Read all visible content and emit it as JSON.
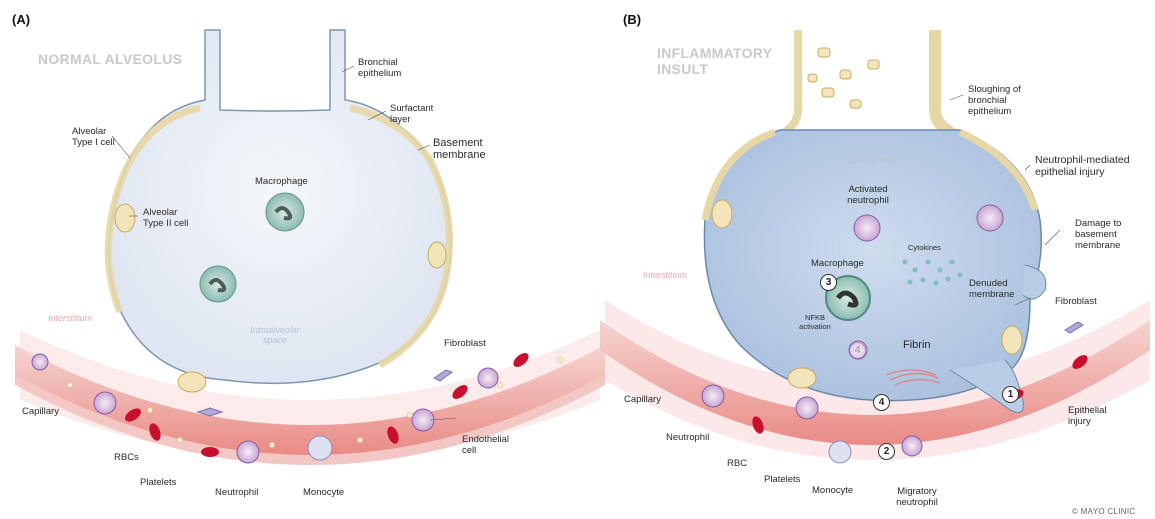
{
  "panel_a": {
    "tag": "(A)",
    "title": "NORMAL ALVEOLUS",
    "labels": {
      "bronchial_epithelium": "Bronchial\nepithelium",
      "surfactant_layer": "Surfactant\nlayer",
      "basement_membrane": "Basement\nmembrane",
      "alveolar_type1": "Alveolar\nType I cell",
      "alveolar_type2": "Alveolar\nType II cell",
      "macrophage": "Macrophage",
      "intraalveolar_space": "Intraalveolar\nspace",
      "interstitium": "Interstitium",
      "fibroblast": "Fibroblast",
      "capillary": "Capillary",
      "rbcs": "RBCs",
      "platelets": "Platelets",
      "neutrophil": "Neutrophil",
      "monocyte": "Monocyte",
      "endothelial_cell": "Endothelial\ncell"
    }
  },
  "panel_b": {
    "tag": "(B)",
    "title": "INFLAMMATORY\nINSULT",
    "labels": {
      "sloughing": "Sloughing of\nbronchial\nepithelium",
      "neutrophil_injury": "Neutrophil-mediated\nepithelial injury",
      "edema_fluid": "Edema fluid",
      "activated_neutrophil": "Activated\nneutrophil",
      "damage_basement": "Damage to\nbasement\nmembrane",
      "cytokines": "Cytokines",
      "macrophage": "Macrophage",
      "denuded_membrane": "Denuded\nmembrane",
      "fibroblast": "Fibroblast",
      "nfkb": "NFKB\nactivation",
      "fibrin": "Fibrin",
      "interstitium": "Interstitium",
      "capillary": "Capillary",
      "neutrophil": "Neutrophil",
      "rbc": "RBC",
      "platelets": "Platelets",
      "monocyte": "Monocyte",
      "migratory_neutrophil": "Migratory\nneutrophil",
      "epithelial_injury": "Epithelial\ninjury"
    },
    "numbers": [
      "1",
      "2",
      "3",
      "4",
      "4"
    ],
    "copyright": "© MAYO CLINIC"
  },
  "colors": {
    "alveolus_fill": "#e9eef6",
    "edema_fill": "#b9cde6",
    "epithelium": "#e9d8a8",
    "capillary": "#e27b78",
    "rbc": "#c8102e",
    "neutrophil": "#9a6fb5",
    "macrophage": "#7faea3"
  }
}
